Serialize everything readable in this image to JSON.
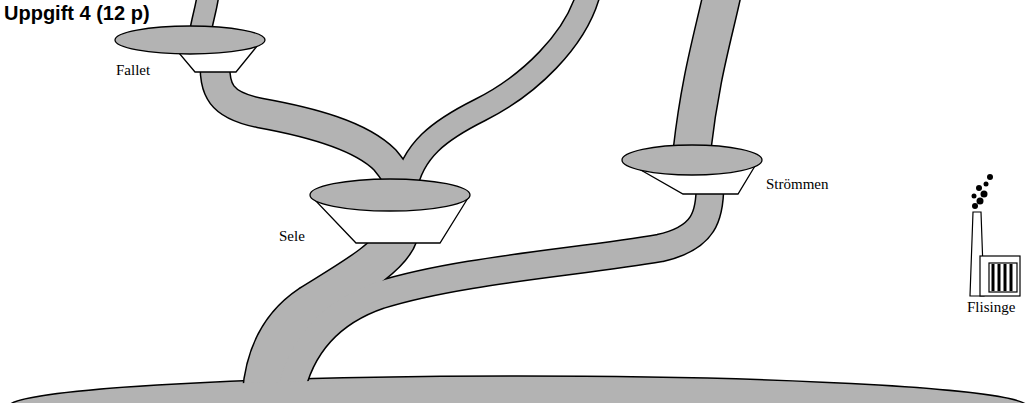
{
  "diagram": {
    "title": "Uppgift 4 (12 p)",
    "labels": [
      "Fallet",
      "Sele",
      "Strömmen",
      "Flisinge"
    ]
  }
}
